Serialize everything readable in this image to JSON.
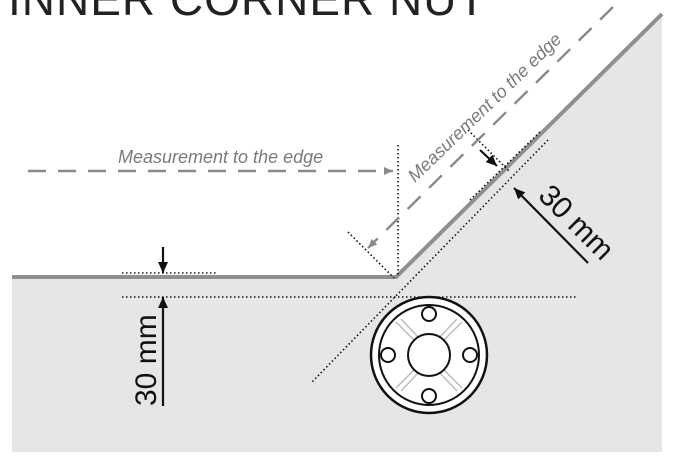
{
  "title": "INNER CORNER NUT",
  "labels": {
    "measurement_horizontal": "Measurement to the edge",
    "measurement_diagonal": "Measurement to the edge",
    "dim_left": "30 mm",
    "dim_diagonal": "30 mm"
  },
  "colors": {
    "surface": "#e6e6e6",
    "edge": "#8f8f8f",
    "measurement_arrow": "#8a8a8a",
    "dimension": "#111111"
  }
}
